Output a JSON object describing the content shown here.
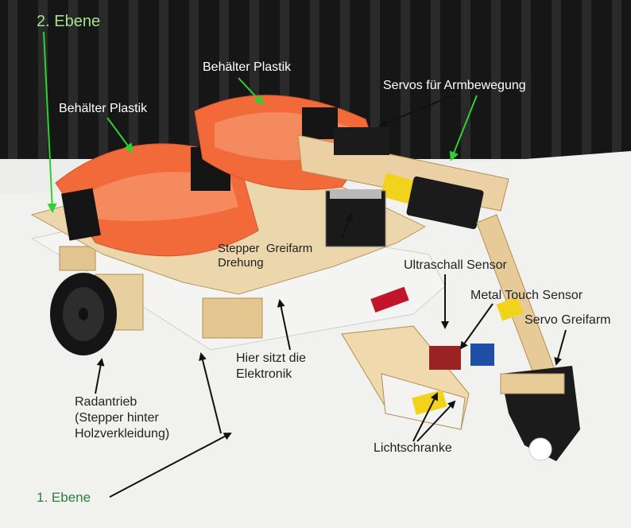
{
  "colors": {
    "curtain": "#1b1b1b",
    "wall": "#e9e9e6",
    "floor": "#f2f2f0",
    "wood": "#e9d3a8",
    "wood_edge": "#c9a56a",
    "plate": "#f4f4f2",
    "container": "#f26a3a",
    "tape_black": "#151515",
    "tape_yellow": "#f2d31b",
    "arrow_dark": "#111111",
    "arrow_light": "#2fd02f",
    "label_green": "#2e7d3a",
    "label_lightgreen": "#a7e08a"
  },
  "labels": {
    "level2": "2. Ebene",
    "container_left": "Behälter Plastik",
    "container_right": "Behälter Plastik",
    "servos_arm": "Servos für Armbewegung",
    "stepper_line1": "Stepper  Greifarm",
    "stepper_line2": "Drehung",
    "ultrasonic": "Ultraschall Sensor",
    "metal_touch": "Metal Touch Sensor",
    "servo_gripper": "Servo Greifarm",
    "electronics_line1": "Hier sitzt die",
    "electronics_line2": "Elektronik",
    "drive_line1": "Radantrieb",
    "drive_line2": "(Stepper hinter",
    "drive_line3": "Holzverkleidung)",
    "light_barrier": "Lichtschranke",
    "level1": "1. Ebene"
  }
}
